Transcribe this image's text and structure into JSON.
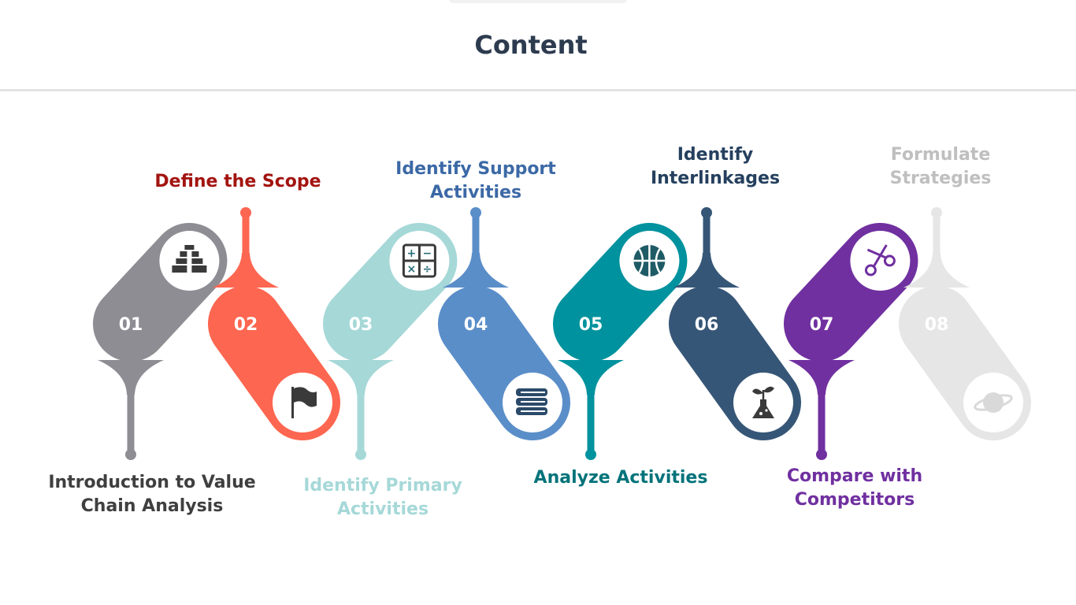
{
  "page": {
    "title": "Content"
  },
  "steps": [
    {
      "number": "01",
      "label": "Introduction to Value Chain Analysis",
      "color": "#8e8d94",
      "icon": "pyramid-icon"
    },
    {
      "number": "02",
      "label": "Define the Scope",
      "color": "#fd6650",
      "icon": "flag-icon"
    },
    {
      "number": "03",
      "label": "Identify Primary Activities",
      "color": "#a6d8d8",
      "icon": "calculator-icon"
    },
    {
      "number": "04",
      "label": "Identify Support Activities",
      "color": "#5a8ec9",
      "icon": "books-icon"
    },
    {
      "number": "05",
      "label": "Analyze Activities",
      "color": "#00929e",
      "icon": "basketball-icon"
    },
    {
      "number": "06",
      "label": "Identify Interlinkages",
      "color": "#365677",
      "icon": "plant-flask-icon"
    },
    {
      "number": "07",
      "label": "Compare with Competitors",
      "color": "#7030a0",
      "icon": "scissors-icon"
    },
    {
      "number": "08",
      "label": "Formulate Strategies",
      "color": "#e6e6e6",
      "icon": "planet-icon"
    }
  ],
  "label_colors": [
    "#3f3f3f",
    "#a31410",
    "#a6d8d8",
    "#3c69a6",
    "#02737a",
    "#25405e",
    "#7030a0",
    "#bfbfbf"
  ],
  "number_color": "#ffffff"
}
